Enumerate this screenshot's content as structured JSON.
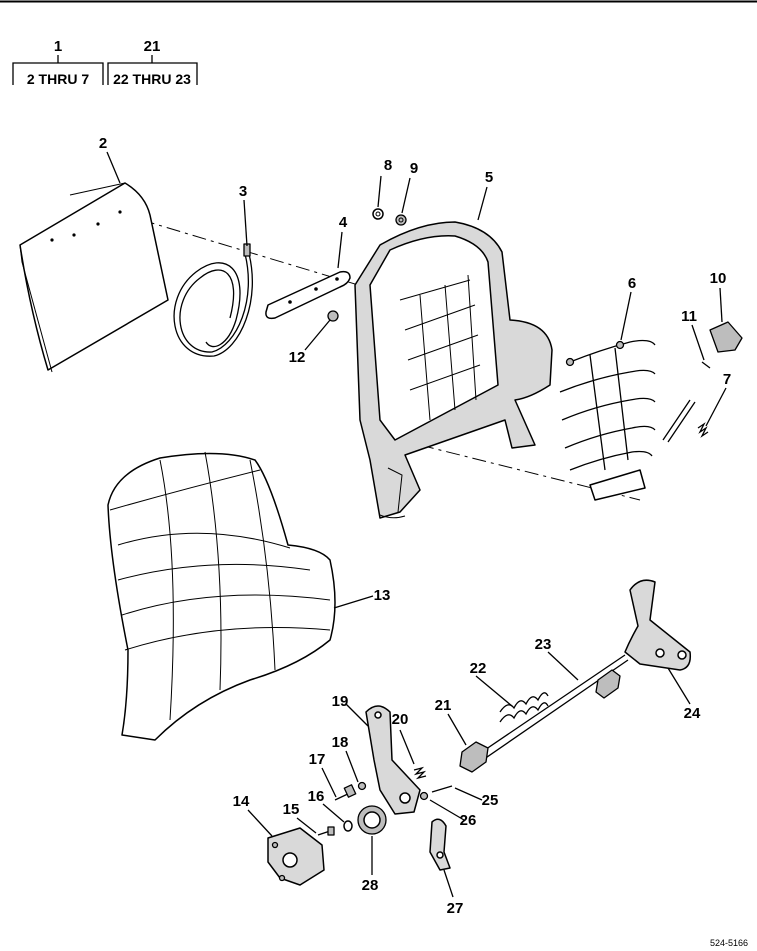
{
  "header": {
    "groups": [
      {
        "number": "1",
        "range": "2 THRU 7"
      },
      {
        "number": "21",
        "range": "22 THRU 23"
      }
    ]
  },
  "callouts": [
    "2",
    "3",
    "4",
    "5",
    "6",
    "7",
    "8",
    "9",
    "10",
    "11",
    "12",
    "13",
    "14",
    "15",
    "16",
    "17",
    "18",
    "19",
    "20",
    "21",
    "22",
    "23",
    "24",
    "25",
    "26",
    "27",
    "28"
  ],
  "figure_ref": "524-5166"
}
